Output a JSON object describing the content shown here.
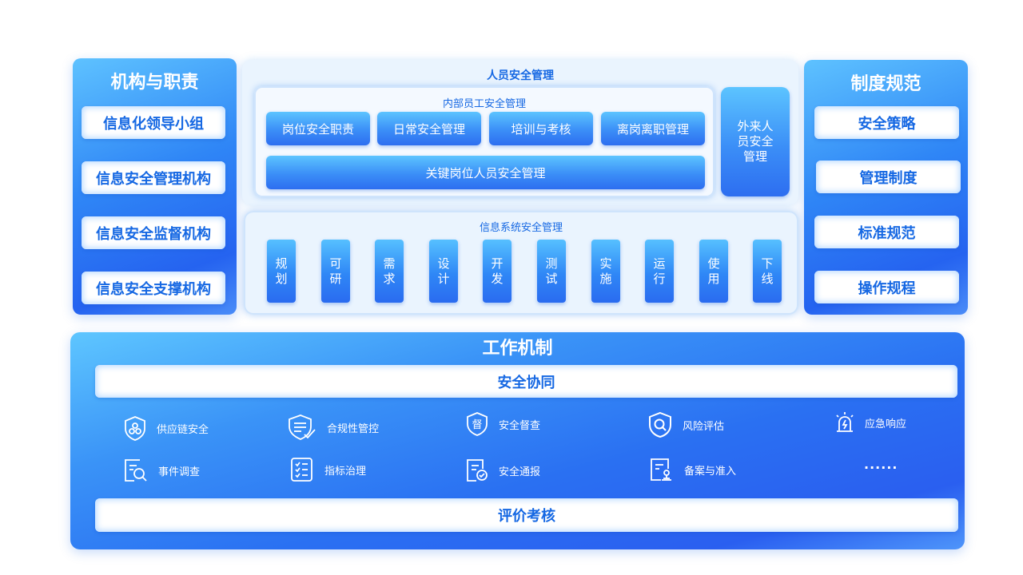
{
  "left_panel": {
    "title": "机构与职责",
    "items": [
      "信息化领导小组",
      "信息安全管理机构",
      "信息安全监督机构",
      "信息安全支撑机构"
    ]
  },
  "right_panel": {
    "title": "制度规范",
    "items": [
      "安全策略",
      "管理制度",
      "标准规范",
      "操作规程"
    ]
  },
  "personnel": {
    "title": "人员安全管理",
    "internal": {
      "title": "内部员工安全管理",
      "items": [
        "岗位安全职责",
        "日常安全管理",
        "培训与考核",
        "离岗离职管理"
      ],
      "key_item": "关键岗位人员安全管理"
    },
    "external": {
      "line1": "外来人",
      "line2": "员安全",
      "line3": "管理"
    }
  },
  "infosys": {
    "title": "信息系统安全管理",
    "stages": [
      {
        "a": "规",
        "b": "划"
      },
      {
        "a": "可",
        "b": "研"
      },
      {
        "a": "需",
        "b": "求"
      },
      {
        "a": "设",
        "b": "计"
      },
      {
        "a": "开",
        "b": "发"
      },
      {
        "a": "测",
        "b": "试"
      },
      {
        "a": "实",
        "b": "施"
      },
      {
        "a": "运",
        "b": "行"
      },
      {
        "a": "使",
        "b": "用"
      },
      {
        "a": "下",
        "b": "线"
      }
    ]
  },
  "mechanism": {
    "title": "工作机制",
    "top_bar": "安全协同",
    "bottom_bar": "评价考核",
    "items_row1": [
      {
        "label": "供应链安全",
        "icon": "supply-chain-icon"
      },
      {
        "label": "合规性管控",
        "icon": "compliance-icon"
      },
      {
        "label": "安全督查",
        "icon": "inspection-icon"
      },
      {
        "label": "风险评估",
        "icon": "risk-assessment-icon"
      },
      {
        "label": "应急响应",
        "icon": "emergency-alarm-icon"
      }
    ],
    "items_row2": [
      {
        "label": "事件调查",
        "icon": "investigation-icon"
      },
      {
        "label": "指标治理",
        "icon": "checklist-icon"
      },
      {
        "label": "安全通报",
        "icon": "report-icon"
      },
      {
        "label": "备案与准入",
        "icon": "filing-icon"
      }
    ],
    "more": "······"
  },
  "colors": {
    "accent_blue": "#1668e3",
    "panel_gradient_light": "#5ec2ff",
    "panel_gradient_dark": "#2563f0",
    "pale_panel": "#eaf4fe"
  }
}
